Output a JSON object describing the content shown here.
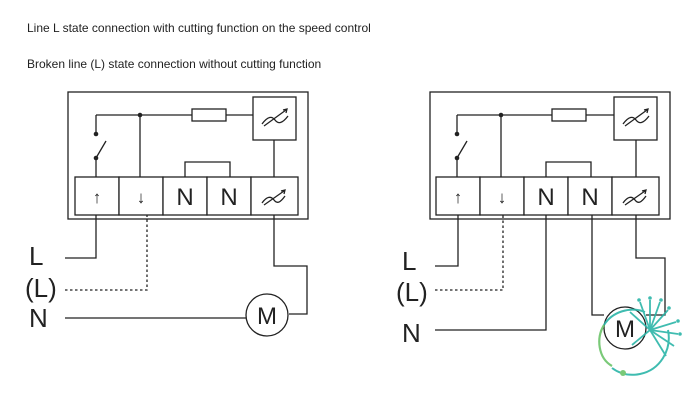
{
  "captions": {
    "line1": "Line L state connection with cutting function on the speed control",
    "line2": "Broken line (L) state connection without cutting function"
  },
  "diagram_left": {
    "terminals": [
      "↑",
      "↓",
      "N",
      "N",
      "fan-speed-icon"
    ],
    "supply_labels": [
      "L",
      "(L)",
      "N"
    ],
    "motor_label": "M"
  },
  "diagram_right": {
    "terminals": [
      "↑",
      "↓",
      "N",
      "N",
      "fan-speed-icon"
    ],
    "supply_labels": [
      "L",
      "(L)",
      "N"
    ],
    "motor_label": "M"
  },
  "colors": {
    "line": "#222222",
    "logo_teal": "#2bb5a8",
    "logo_green": "#6cc46a"
  }
}
